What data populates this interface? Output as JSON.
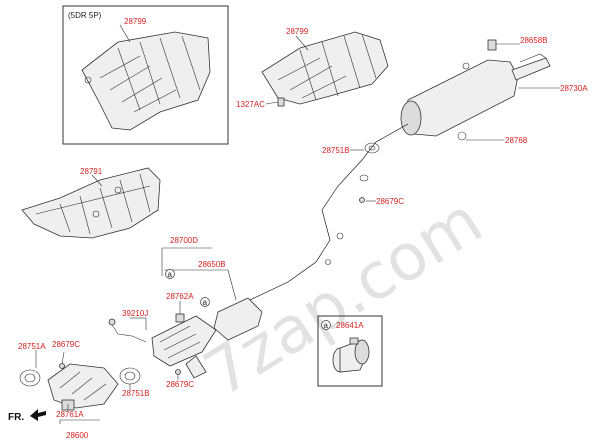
{
  "diagram": {
    "watermark": "7zap.com",
    "direction_label": "FR.",
    "inset_label": "(5DR 5P)",
    "callout_letter": "a",
    "part_numbers": {
      "p28799_inset": "28799",
      "p28799": "28799",
      "p1327AC": "1327AC",
      "p28658B": "28658B",
      "p28730A": "28730A",
      "p28768": "28768",
      "p28751B_top": "28751B",
      "p28679C_mid": "28679C",
      "p28791": "28791",
      "p28700D": "28700D",
      "p28650B": "28650B",
      "p28762A": "28762A",
      "p39210J": "39210J",
      "p28751A": "28751A",
      "p28679C_left": "28679C",
      "p28751B_bot": "28751B",
      "p28679C_bot": "28679C",
      "p28761A": "28761A",
      "p28600": "28600",
      "p28641A": "28641A"
    }
  }
}
